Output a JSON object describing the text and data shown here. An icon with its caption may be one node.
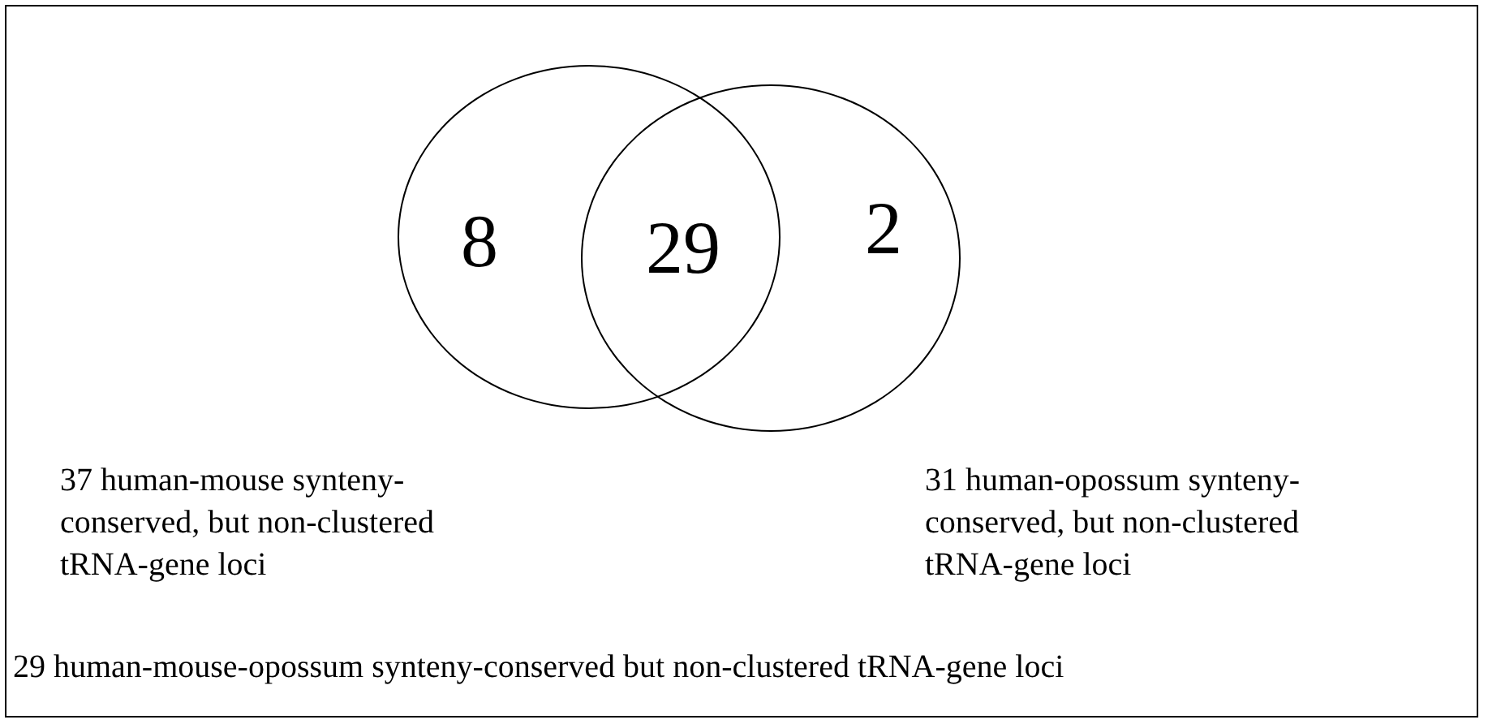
{
  "diagram": {
    "caption": "29 human-mouse-opossum synteny-conserved but non-clustered tRNA-gene loci",
    "nodes": [
      {
        "text": [
          "8"
        ],
        "beside": [
          "37 human-mouse synteny-conserved, but non-clustered tRNA-gene loci"
        ]
      },
      {
        "text": [
          "2"
        ],
        "beside": [
          "31 human-opossum synteny-conserved, but non-clustered tRNA-gene loci"
        ]
      }
    ],
    "labels": [
      "29"
    ]
  }
}
